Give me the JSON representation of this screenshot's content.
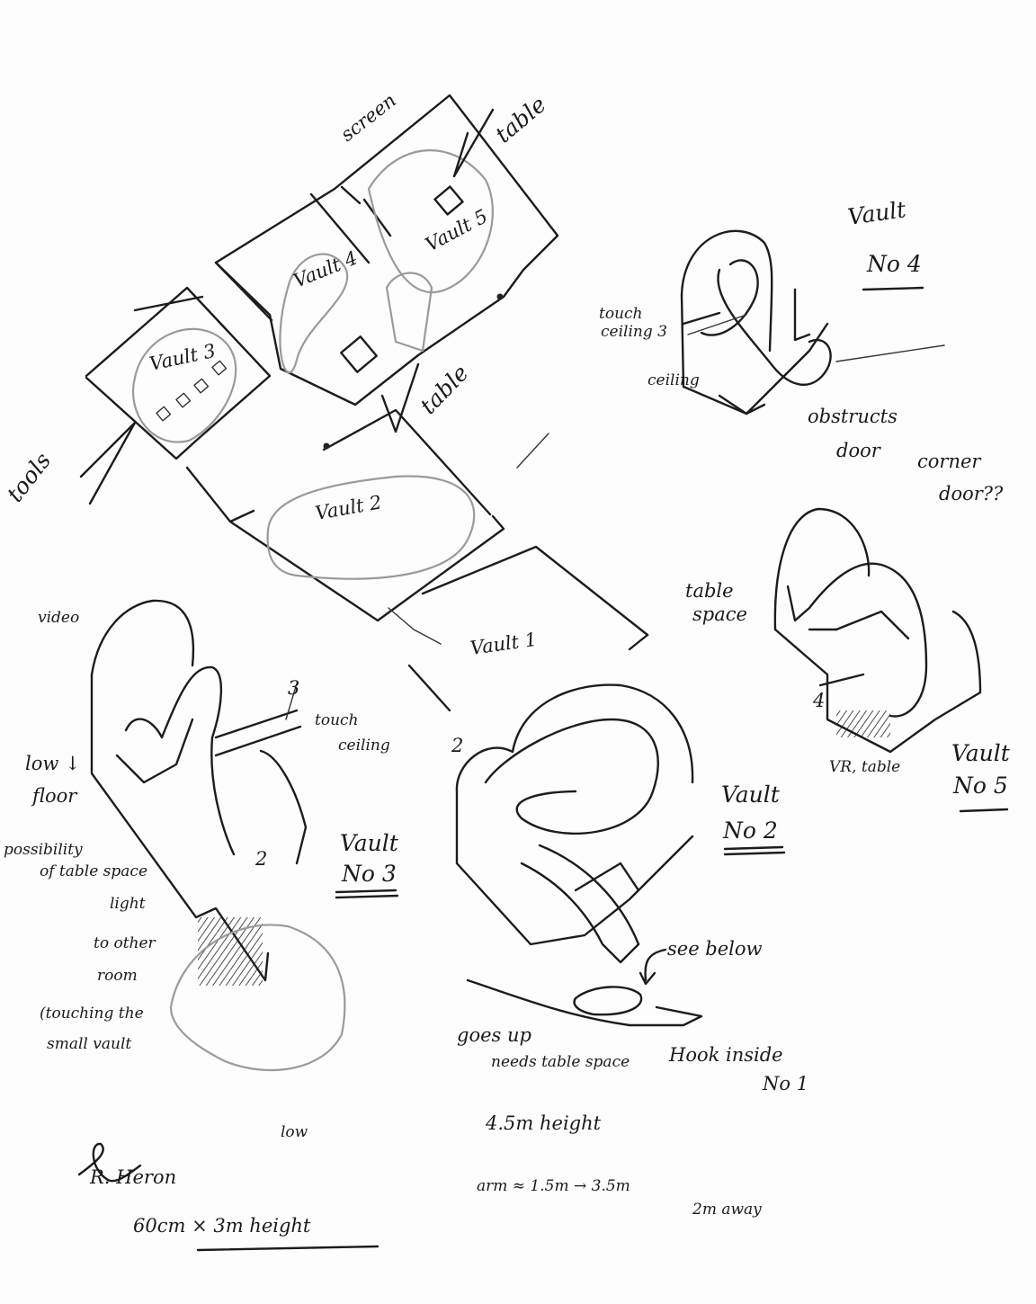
{
  "notes": {
    "screen": "screen",
    "table_top": "table",
    "vault5_plan": "Vault 5",
    "vault4_plan": "Vault 4",
    "vault3_plan": "Vault 3",
    "table_mid": "table",
    "tools": "tools",
    "vault2_plan": "Vault 2",
    "vault1_plan": "Vault 1",
    "video": "video"
  },
  "vaults": {
    "v4": {
      "title": "Vault",
      "number": "No 4",
      "touch": "touch",
      "ceiling": "ceiling 3",
      "ceiling2": "ceiling",
      "obstructs": "obstructs",
      "door": "door",
      "corner": "corner",
      "door_q": "door??"
    },
    "v5": {
      "table": "table",
      "space": "space",
      "note": "VR, table",
      "num": "4",
      "title": "Vault",
      "number": "No 5"
    },
    "v3": {
      "low": "low ↓",
      "floor": "floor",
      "possibility": "possibility",
      "table_space": "of table space",
      "light": "light",
      "to_other": "to other",
      "room": "room",
      "touching": "(touching the",
      "small_vault": "small vault",
      "num3": "3",
      "touch": "touch",
      "ceiling": "ceiling",
      "num2": "2",
      "title": "Vault",
      "number": "No 3",
      "low2": "low"
    },
    "v2": {
      "num": "2",
      "title": "Vault",
      "number": "No 2",
      "see_below": "see below",
      "goes_up": "goes up",
      "needs_table": "needs table space",
      "hook": "Hook inside",
      "no1": "No 1",
      "height": "4.5m height",
      "approx": "arm ≈ 1.5m → 3.5m",
      "away": "2m away"
    }
  },
  "footer": {
    "name": "R. Heron",
    "dims": "60cm × 3m height"
  }
}
